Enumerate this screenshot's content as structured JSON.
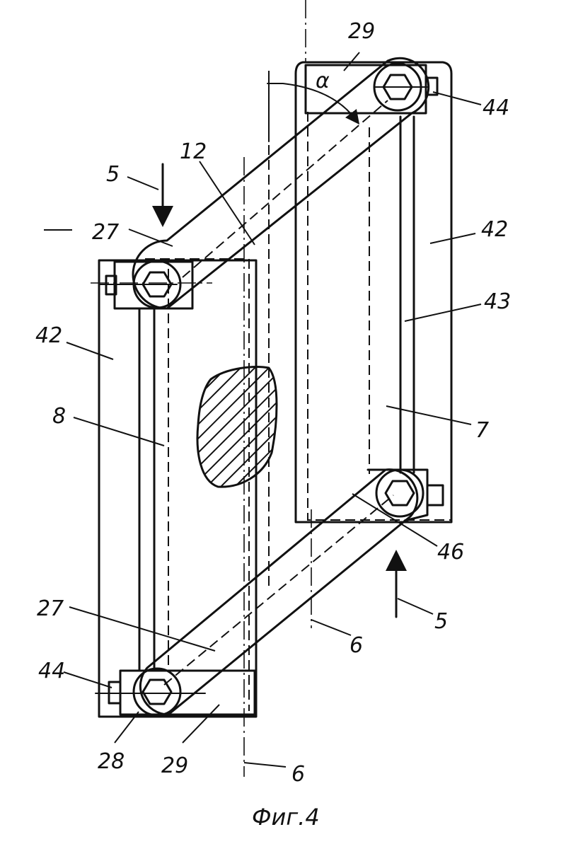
{
  "figure": {
    "caption": "Фиг.4",
    "angle_symbol": "α"
  },
  "labels": {
    "l29_top": "29",
    "l44_top": "44",
    "l12": "12",
    "l5_top": "5",
    "l27_top": "27",
    "l42_right": "42",
    "l43": "43",
    "l42_left": "42",
    "l8": "8",
    "l7": "7",
    "l46": "46",
    "l5_bottom": "5",
    "l6_mid": "6",
    "l27_bottom": "27",
    "l44_bottom": "44",
    "l28": "28",
    "l29_bottom": "29",
    "l6_bottom": "6"
  }
}
